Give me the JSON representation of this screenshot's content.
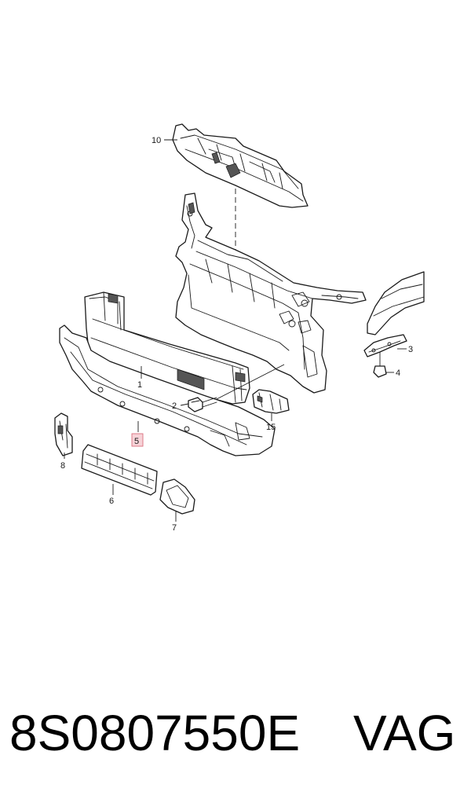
{
  "diagram": {
    "callouts": [
      {
        "id": "10",
        "label": "10"
      },
      {
        "id": "1",
        "label": "1"
      },
      {
        "id": "2",
        "label": "2"
      },
      {
        "id": "3",
        "label": "3"
      },
      {
        "id": "4",
        "label": "4"
      },
      {
        "id": "5",
        "label": "5",
        "highlighted": true
      },
      {
        "id": "6",
        "label": "6"
      },
      {
        "id": "7",
        "label": "7"
      },
      {
        "id": "8",
        "label": "8"
      },
      {
        "id": "15",
        "label": "15"
      }
    ],
    "highlight_color": "#f7d3d8"
  },
  "footer": {
    "part_number": "8S0807550E",
    "brand": "VAG"
  }
}
